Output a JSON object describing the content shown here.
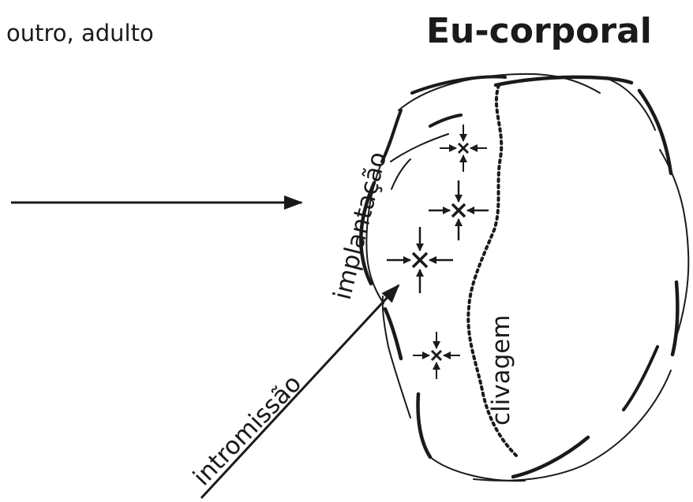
{
  "labels": {
    "outro": "outro, adulto",
    "title": "Eu-corporal",
    "implantacao": "implantação",
    "intromissao": "intromissão",
    "clivagem": "clivagem"
  },
  "colors": {
    "ink": "#1a1a1a",
    "background": "#ffffff"
  }
}
